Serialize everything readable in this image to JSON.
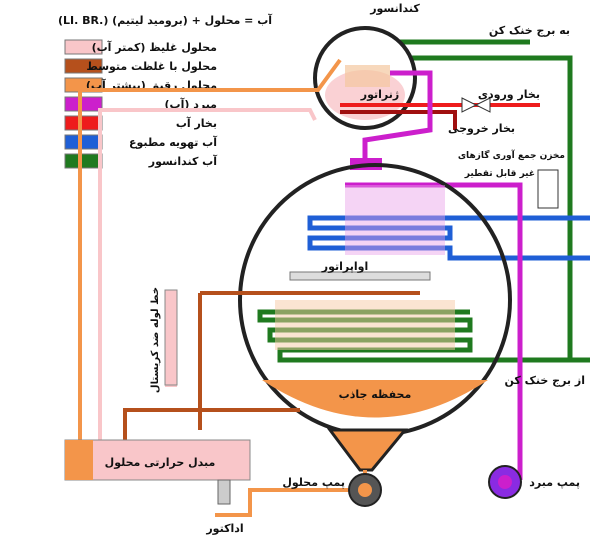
{
  "title": "(LI. BR.)  (برومید لیتیم) + آب = محلول",
  "legend": [
    {
      "label": "محلول غلیظ (کمتر آب)",
      "color": "#f9c6c9"
    },
    {
      "label": "محلول با غلظت متوسط",
      "color": "#b5501c"
    },
    {
      "label": "محلول رقیق (بیشتر آب)",
      "color": "#f3954a"
    },
    {
      "label": "مبرد (آب)",
      "color": "#cc1fcc"
    },
    {
      "label": "بخار آب",
      "color": "#ee1c1c"
    },
    {
      "label": "آب تهویه مطبوع",
      "color": "#1f5fd6"
    },
    {
      "label": "آب کندانسور",
      "color": "#1f7a1f"
    }
  ],
  "labels": {
    "condenser": "کندانسور",
    "to_tower": "به برج خنک کن",
    "generator": "ژنراتور",
    "steam_in": "بخار ورودی",
    "steam_out": "بخار خروجی",
    "purge_tank_1": "مخزن جمع آوری گازهای",
    "purge_tank_2": "غیر قابل تقطیر",
    "evaporator": "اواپراتور",
    "anti_crystal": "خط لوله ضد کریستال",
    "absorber": "محفظه جاذب",
    "from_tower": "از برج خنک کن",
    "heat_exchanger": "مبدل حرارتی محلول",
    "solution_pump": "پمپ محلول",
    "refrigerant_pump": "پمپ مبرد",
    "eductor": "اداکتور"
  }
}
